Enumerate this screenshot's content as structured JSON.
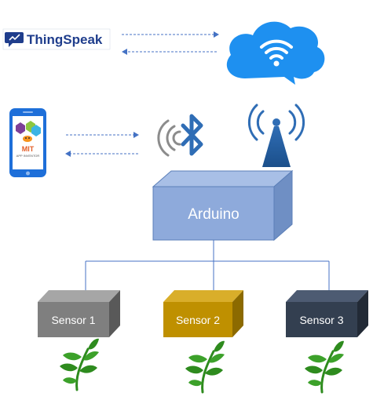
{
  "thingspeak": {
    "logo_text": "ThingSpeak",
    "icon": "speech-bubble-icon",
    "color": "#1f3d8c"
  },
  "cloud": {
    "icon": "wifi-icon",
    "color": "#1e90f0"
  },
  "phone": {
    "icon": "mit-app-inventor-logo",
    "logo_text": "MIT",
    "logo_subtext": "APP INVENTOR"
  },
  "wireless": {
    "bluetooth_icon": "bluetooth-icon",
    "antenna_icon": "radio-tower-icon",
    "color": "#2f6db5"
  },
  "arduino": {
    "label": "Arduino",
    "color": "#8eaadb"
  },
  "sensors": [
    {
      "label": "Sensor 1",
      "color": "#7f7f7f"
    },
    {
      "label": "Sensor 2",
      "color": "#bf9000"
    },
    {
      "label": "Sensor 3",
      "color": "#333f50"
    }
  ],
  "plant": {
    "icon": "plant-sprout-icon",
    "color": "#2e8b1e"
  }
}
